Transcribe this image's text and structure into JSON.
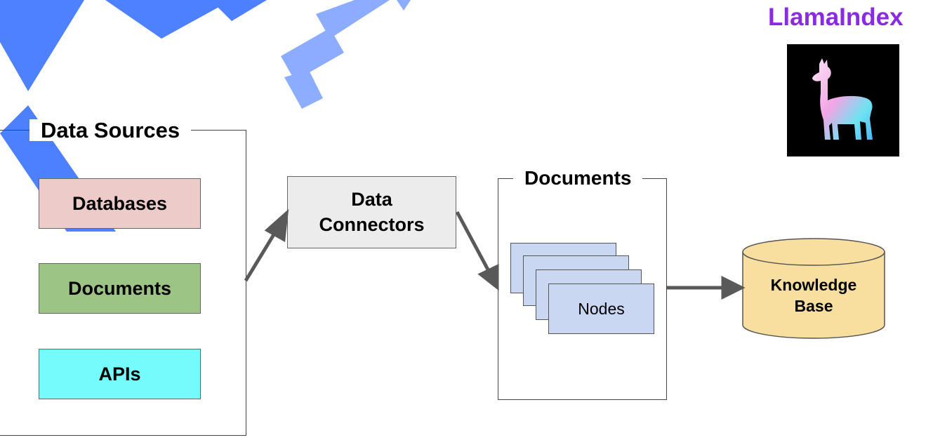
{
  "brand": {
    "name": "LlamaIndex",
    "color": "#8a2be2",
    "logo_icon": "llama-logo-icon"
  },
  "data_sources": {
    "title": "Data Sources",
    "items": [
      {
        "label": "Databases",
        "color": "#eccbc9"
      },
      {
        "label": "Documents",
        "color": "#9cc485"
      },
      {
        "label": "APIs",
        "color": "#74fcfc"
      }
    ]
  },
  "connectors": {
    "label_line1": "Data",
    "label_line2": "Connectors",
    "color": "#ececec"
  },
  "documents": {
    "title": "Documents",
    "nodes_label": "Nodes",
    "node_color": "#c9d7f2"
  },
  "knowledge_base": {
    "label_line1": "Knowledge",
    "label_line2": "Base",
    "color": "#f8df9f"
  },
  "watermark": {
    "color": "#2f6bff"
  }
}
